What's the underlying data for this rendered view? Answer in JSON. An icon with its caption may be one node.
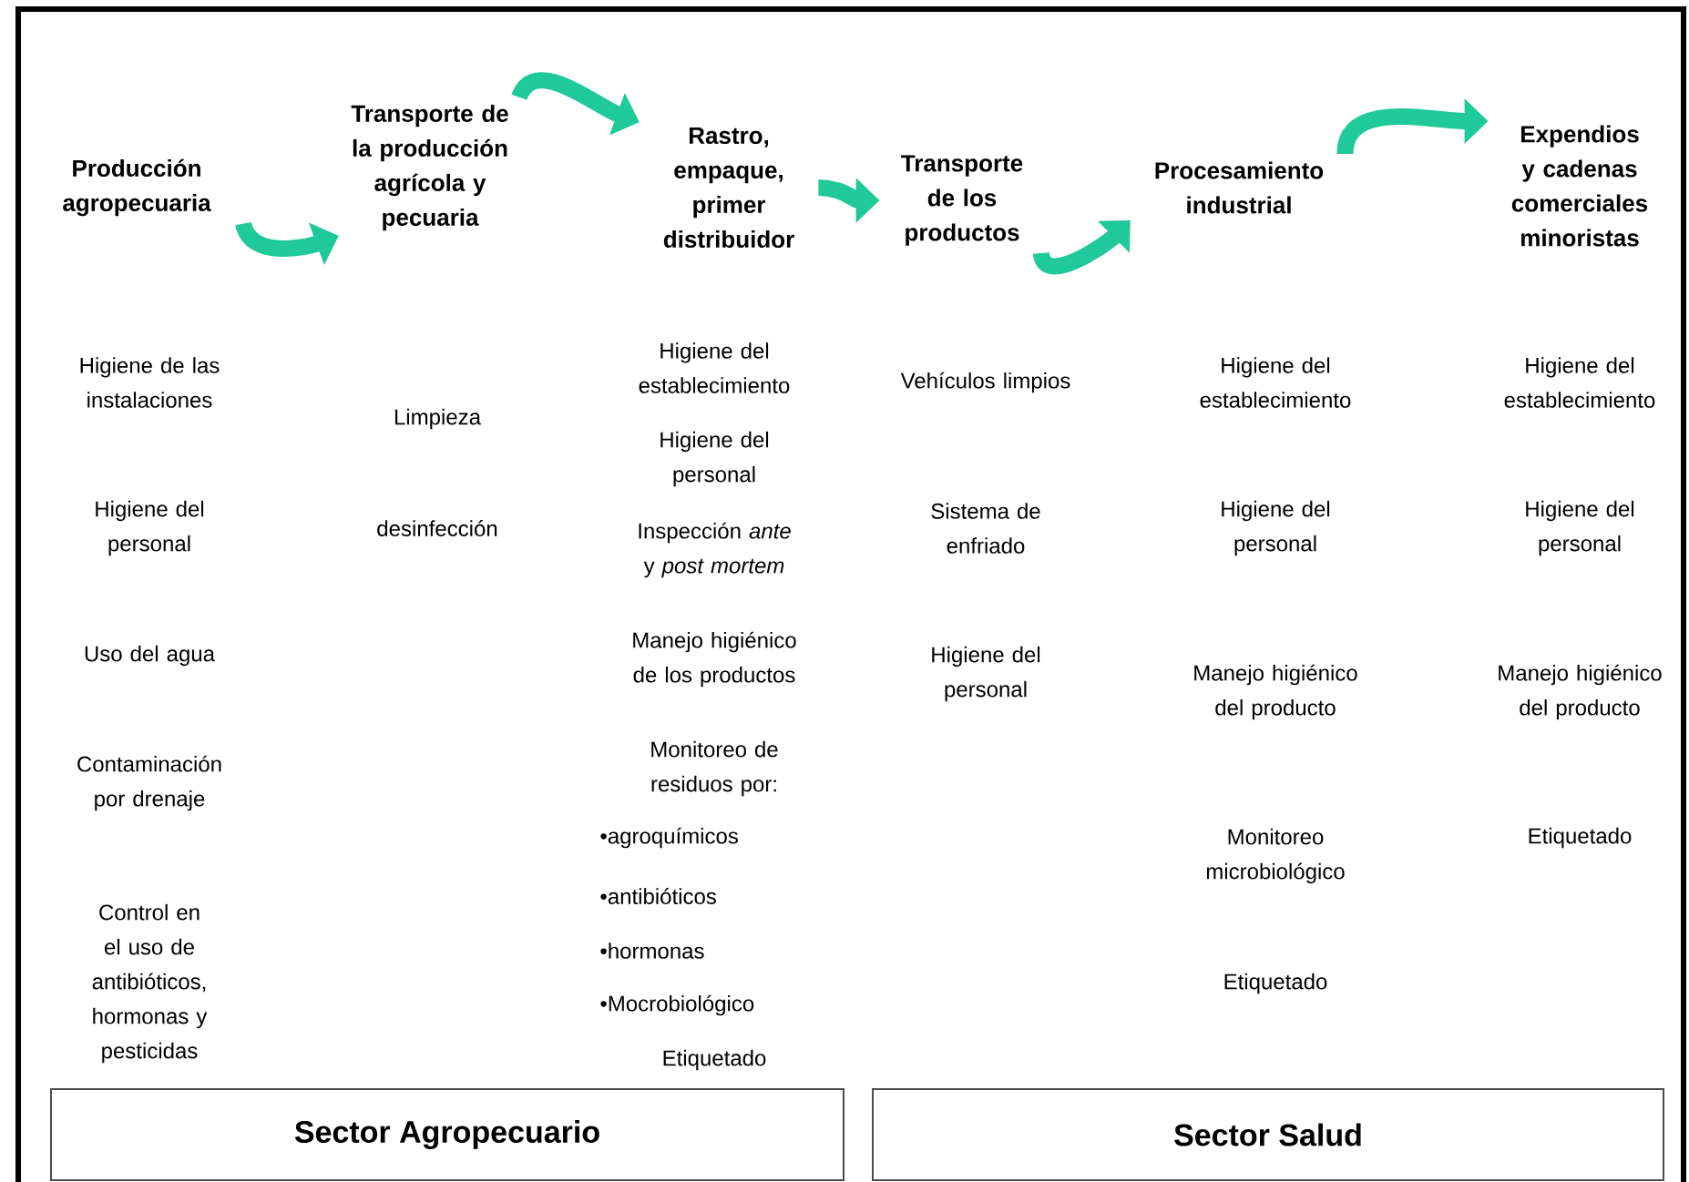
{
  "diagram": {
    "nodes": [
      {
        "text": [
          "Producción agropecuaria"
        ]
      },
      {
        "text": [
          "Transporte de la producción agrícola y pecuaria"
        ]
      },
      {
        "text": [
          "Rastro, empaque, primer distribuidor"
        ]
      },
      {
        "text": [
          "Transporte de los productos"
        ]
      },
      {
        "text": [
          "Procesamiento industrial"
        ]
      },
      {
        "text": [
          "Expendios y cadenas comerciales minoristas"
        ]
      },
      {
        "text": [
          "Sector Agropecuario"
        ]
      },
      {
        "text": [
          "Sector Salud"
        ]
      }
    ],
    "edges": [
      {
        "from": 0,
        "to": 1,
        "arrow": "to"
      },
      {
        "from": 1,
        "to": 2,
        "arrow": "to"
      },
      {
        "from": 2,
        "to": 3,
        "arrow": "to"
      },
      {
        "from": 3,
        "to": 4,
        "arrow": "to"
      },
      {
        "from": 4,
        "to": 5,
        "arrow": "to"
      }
    ],
    "labels": [
      "Higiene de las instalaciones",
      "Higiene del personal",
      "Uso del agua",
      "Contaminación por drenaje",
      "Control en el uso de antibióticos, hormonas y pesticidas",
      "Limpieza",
      "desinfección",
      "Higiene del establecimiento",
      "Higiene del personal",
      "Inspección *ante* y *post mortem*",
      "Manejo higiénico de los productos",
      "Monitoreo de residuos por:",
      "•agroquímicos",
      "•antibióticos",
      "•hormonas",
      "•Mocrobiológico",
      "Etiquetado",
      "Vehículos limpios",
      "Sistema de enfriado",
      "Higiene del personal",
      "Higiene del establecimiento",
      "Higiene del personal",
      "Manejo higiénico del producto",
      "Monitoreo microbiológico",
      "Etiquetado",
      "Higiene del establecimiento",
      "Higiene del personal",
      "Manejo higiénico del producto",
      "Etiquetado"
    ]
  }
}
